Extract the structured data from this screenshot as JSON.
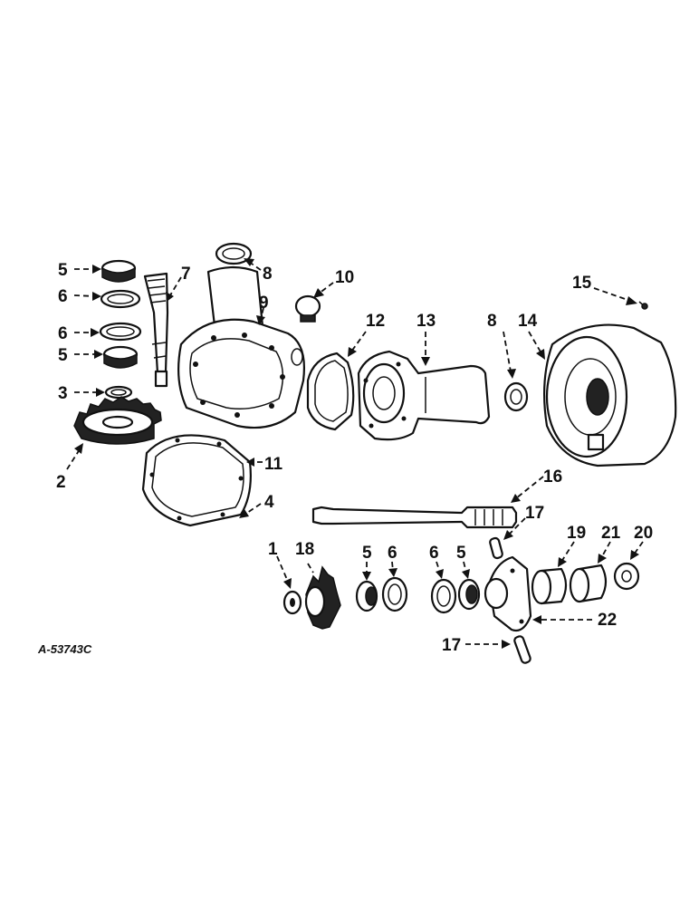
{
  "drawing_code": "A-53743C",
  "callouts": [
    "1",
    "2",
    "3",
    "4",
    "5",
    "5",
    "5",
    "5",
    "6",
    "6",
    "6",
    "6",
    "7",
    "8",
    "8",
    "9",
    "10",
    "11",
    "12",
    "13",
    "14",
    "15",
    "16",
    "17",
    "17",
    "18",
    "19",
    "20",
    "21",
    "22"
  ],
  "colors": {
    "ink": "#111111",
    "paper": "#ffffff"
  }
}
